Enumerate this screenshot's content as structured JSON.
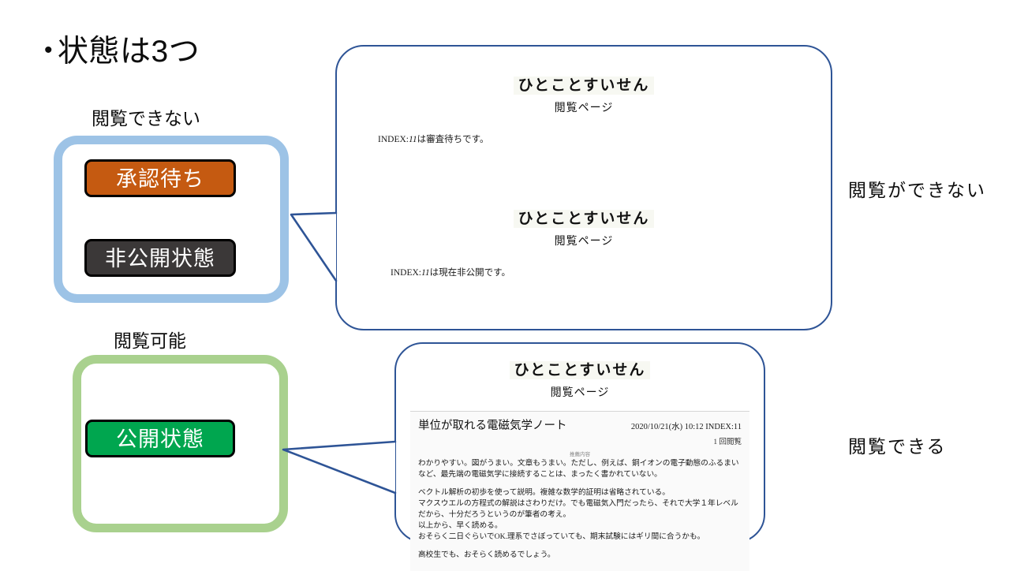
{
  "slide": {
    "bullet": "•",
    "title": "状態は3つ"
  },
  "groups": {
    "unviewable": {
      "caption": "閲覧できない",
      "border_color": "#9dc3e6",
      "pills": [
        {
          "label": "承認待ち",
          "color": "#c55a11"
        },
        {
          "label": "非公開状態",
          "color": "#3b3838"
        }
      ]
    },
    "viewable": {
      "caption": "閲覧可能",
      "border_color": "#a9d18e",
      "pills": [
        {
          "label": "公開状態",
          "color": "#00a64f"
        }
      ]
    }
  },
  "callout_unviewable": {
    "border_color": "#2e5496",
    "screenshots": [
      {
        "brand": "ひとことすいせん",
        "subtitle": "閲覧ページ",
        "message_prefix": "INDEX:",
        "message_index": "11",
        "message_suffix": "は審査待ちです。"
      },
      {
        "brand": "ひとことすいせん",
        "subtitle": "閲覧ページ",
        "message_prefix": "INDEX:",
        "message_index": "11",
        "message_suffix": "は現在非公開です。"
      }
    ]
  },
  "callout_viewable": {
    "border_color": "#2e5496",
    "screenshot": {
      "brand": "ひとことすいせん",
      "subtitle": "閲覧ページ",
      "article": {
        "title": "単位が取れる電磁気学ノート",
        "meta": "2020/10/21(水) 10:12 INDEX:11",
        "views": "1 回閲覧",
        "section_label": "推薦内容",
        "paragraph_1": "わかりやすい。図がうまい。文章もうまい。ただし、例えば、銅イオンの電子動態のふるまいなど、最先端の電磁気学に接続することは、まったく書かれていない。",
        "paragraph_2_line_1": "ベクトル解析の初歩を使って説明。複雑な数学的証明は省略されている。",
        "paragraph_2_line_2": "マクスウエルの方程式の解説はさわりだけ。でも電磁気入門だったら、それで大学１年レベルだから、十分だろうというのが筆者の考え。",
        "paragraph_2_line_3": "以上から、早く読める。",
        "paragraph_2_line_4": "おそらく二日ぐらいでOK.理系でさぼっていても、期末試験にはギリ間に合うかも。",
        "paragraph_3": "高校生でも、おそらく読めるでしょう。"
      }
    }
  },
  "conclusions": {
    "unviewable": "閲覧ができない",
    "viewable": "閲覧できる"
  }
}
